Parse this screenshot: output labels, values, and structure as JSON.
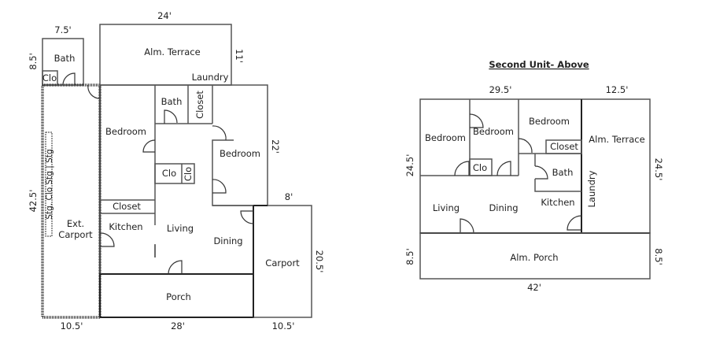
{
  "first_unit": {
    "rooms": {
      "bath_ext": "Bath",
      "clo_ext": "Clo",
      "terrace": "Alm. Terrace",
      "laundry": "Laundry",
      "bath": "Bath",
      "closet_top": "Closet",
      "bedroom_left": "Bedroom",
      "bedroom_right": "Bedroom",
      "clo_mid": "Clo",
      "clo_mid_small": "Clo",
      "closet_left": "Closet",
      "kitchen": "Kitchen",
      "living": "Living",
      "dining": "Dining",
      "carport": "Carport",
      "porch": "Porch",
      "ext_carport_line1": "Ext.",
      "ext_carport_line2": "Carport",
      "storage_strip": "Stg. Clo  Stg  |  Stg"
    },
    "dimensions": {
      "bath_width": "7.5'",
      "bath_height": "8.5'",
      "terrace_width": "24'",
      "terrace_height": "11'",
      "main_height": "22'",
      "ext_carport_height": "42.5'",
      "carport_offset": "8'",
      "carport_height": "20.5'",
      "ext_carport_width": "10.5'",
      "porch_width": "28'",
      "carport_width": "10.5'"
    }
  },
  "second_unit": {
    "title": "Second Unit- Above",
    "rooms": {
      "bedroom_1": "Bedroom",
      "bedroom_2": "Bedroom",
      "bedroom_3": "Bedroom",
      "clo": "Clo",
      "closet": "Closet",
      "bath": "Bath",
      "terrace": "Alm. Terrace",
      "laundry": "Laundry",
      "living": "Living",
      "dining": "Dining",
      "kitchen": "Kitchen",
      "porch": "Alm. Porch"
    },
    "dimensions": {
      "main_width": "29.5'",
      "terrace_width": "12.5'",
      "height_left": "24.5'",
      "height_right": "24.5'",
      "porch_left": "8.5'",
      "porch_right": "8.5'",
      "total_width": "42'"
    }
  }
}
